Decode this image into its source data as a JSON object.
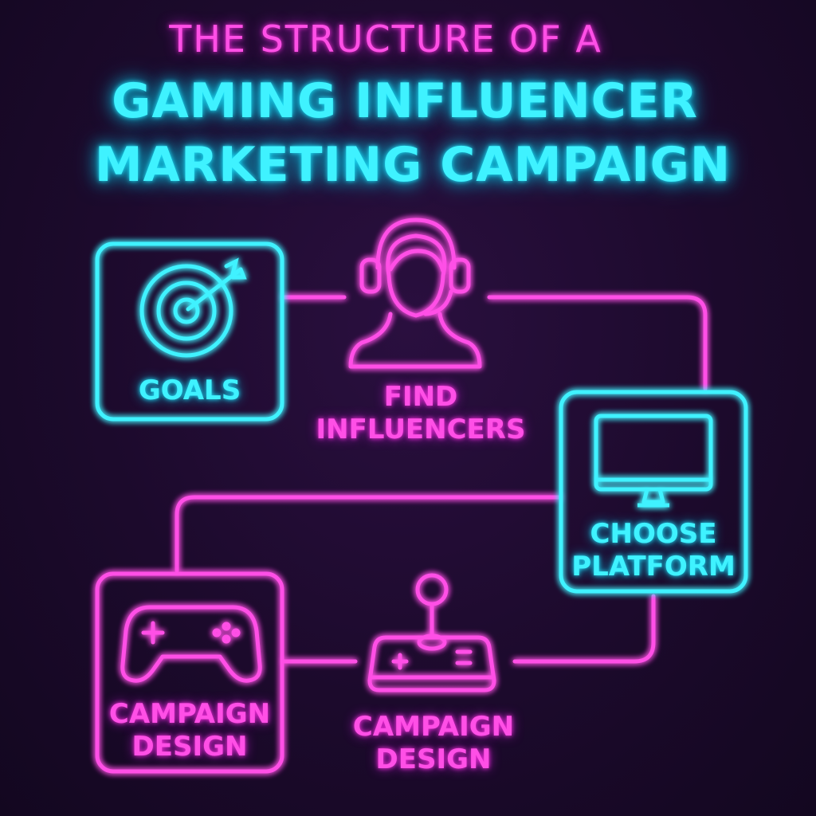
{
  "title": {
    "line1": "THE STRUCTURE OF A",
    "line2": "GAMING INFLUENCER",
    "line3": "MARKETING CAMPAIGN"
  },
  "steps": [
    {
      "label": "GOALS",
      "icon": "target-icon",
      "color": "#3ff2ff"
    },
    {
      "label_line1": "FIND",
      "label_line2": "INFLUENCERS",
      "icon": "headset-person-icon",
      "color": "#ff4fe6"
    },
    {
      "label_line1": "CHOOSE",
      "label_line2": "PLATFORM",
      "icon": "monitor-icon",
      "color": "#3ff2ff"
    },
    {
      "label_line1": "CAMPAIGN",
      "label_line2": "DESIGN",
      "icon": "joystick-icon",
      "color": "#ff4fe6"
    },
    {
      "label_line1": "CAMPAIGN",
      "label_line2": "DESIGN",
      "icon": "gamepad-icon",
      "color": "#ff4fe6"
    }
  ],
  "colors": {
    "cyan": "#3ff2ff",
    "pink": "#ff4fe6",
    "background": "#1c0a2c"
  }
}
